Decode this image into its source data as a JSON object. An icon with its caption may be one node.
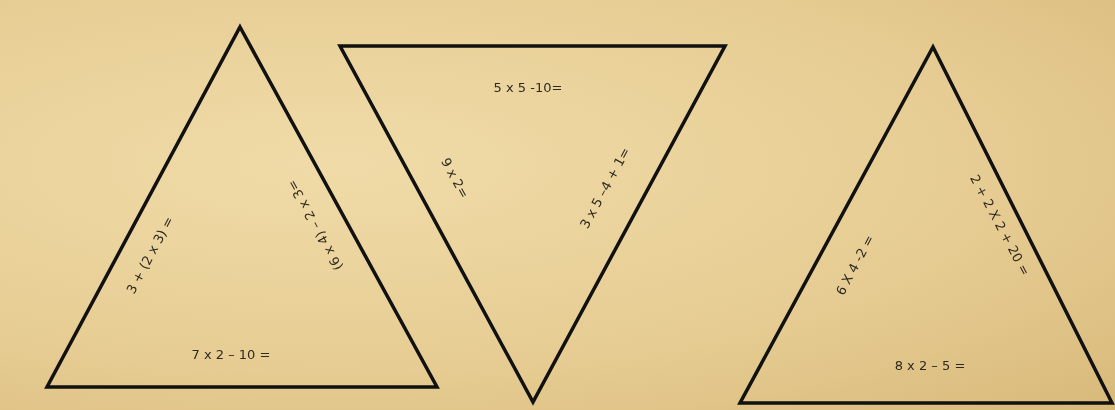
{
  "diagram": {
    "nodes": [
      {
        "text": [
          "3 + (2 x 3) =",
          "(6 x 4) – 2 x 3=",
          "7 x 2 – 10 ="
        ]
      },
      {
        "text": [
          "5 x 5 -10=",
          "9 x 2=",
          "3 x 5 –4 + 1="
        ]
      },
      {
        "text": [
          "6 X 4 -2 =",
          "2 + 2 X 2 + 20 =",
          "8 x 2 – 5 ="
        ]
      }
    ]
  }
}
